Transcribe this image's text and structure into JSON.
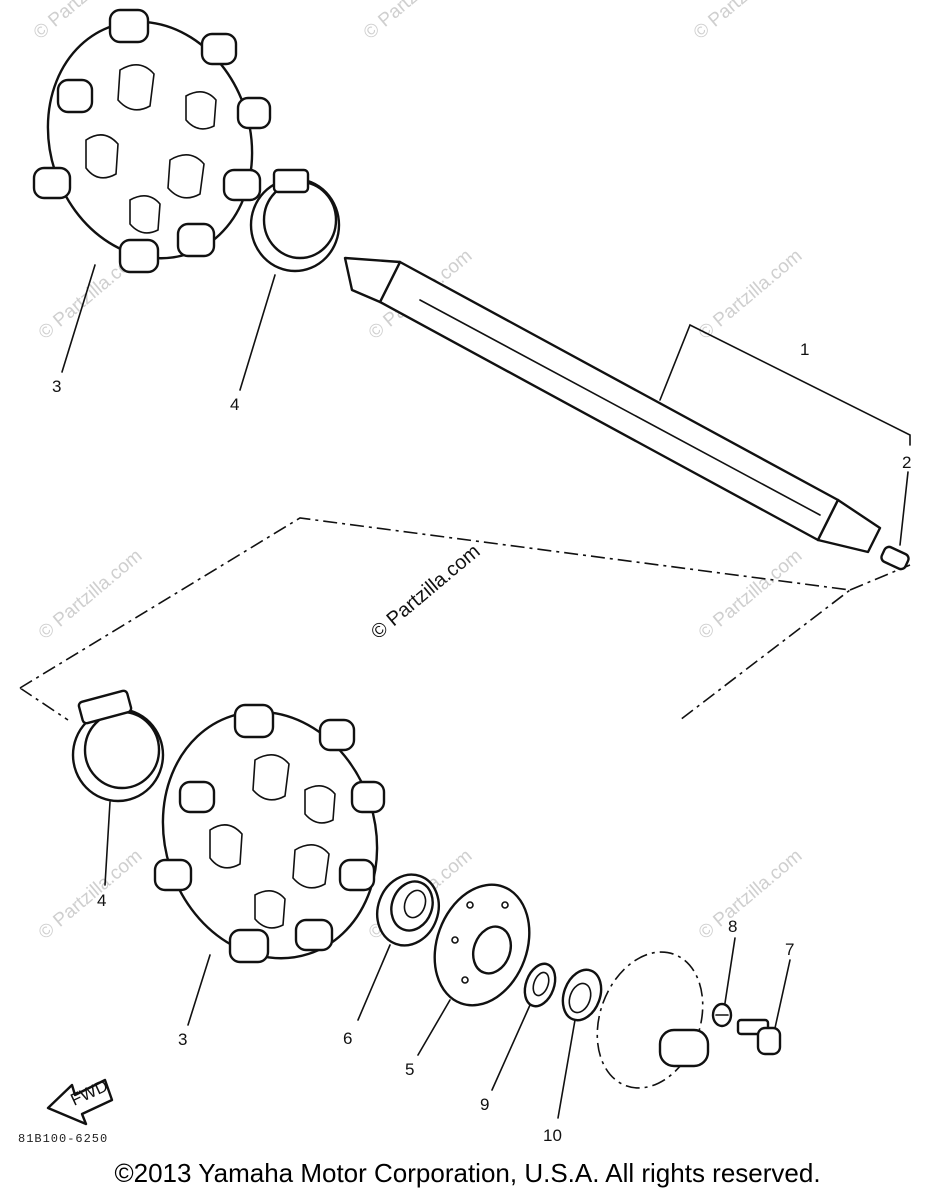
{
  "diagram": {
    "callouts": {
      "shaft": "1",
      "end_pin": "2",
      "sprocket_upper": "3",
      "clamp_upper": "4",
      "clamp_lower": "4",
      "sprocket_lower": "3",
      "bearing": "6",
      "housing_plate": "5",
      "washer": "9",
      "collar": "10",
      "lock_washer": "8",
      "bolt": "7"
    },
    "watermark": "© Partzilla.com",
    "center_watermark": "© Partzilla.com",
    "fwd_label": "FWD",
    "drawing_code": "81B100-6250"
  },
  "footer": {
    "copyright": "©2013 Yamaha Motor Corporation, U.S.A. All rights reserved."
  }
}
